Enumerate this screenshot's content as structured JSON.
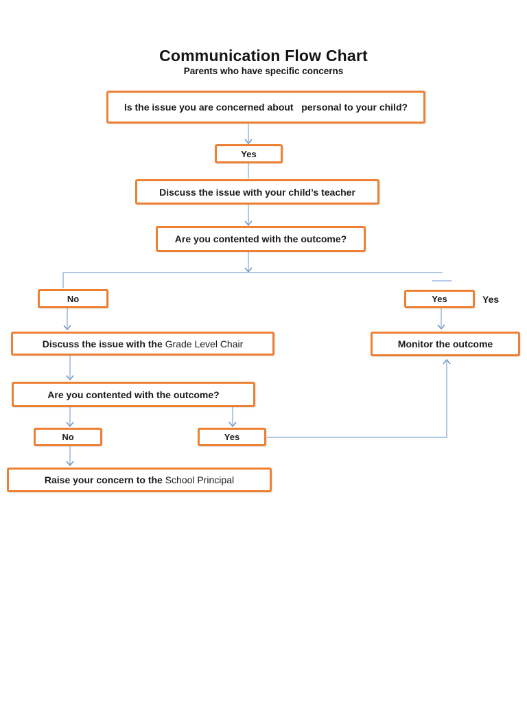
{
  "page": {
    "title": "Communication Flow Chart",
    "subtitle": "Parents who have specific concerns"
  },
  "flowchart": {
    "nodes": {
      "q_personal": {
        "label": "Is the issue you are concerned about   personal to your child?"
      },
      "yes_top": {
        "label": "Yes"
      },
      "discuss_teacher": {
        "label": "Discuss the issue with your child’s teacher"
      },
      "q_outcome_1": {
        "label": "Are you contented with the outcome?"
      },
      "no_branch": {
        "label": "No"
      },
      "yes_branch": {
        "label": "Yes"
      },
      "discuss_glc": {
        "label_bold": "Discuss the issue with the ",
        "label_tail": "Grade Level Chair"
      },
      "monitor": {
        "label": "Monitor the outcome"
      },
      "q_outcome_2": {
        "label": "Are you contented with the outcome?"
      },
      "no_2": {
        "label": "No"
      },
      "yes_2": {
        "label": "Yes"
      },
      "principal": {
        "label_bold": "Raise your concern to the ",
        "label_tail": "School Principal"
      }
    },
    "labels": {
      "branch_yes_outside": "Yes"
    },
    "colors": {
      "box_border": "#ED8032",
      "connector_line": "#9AB5D9",
      "connector_arrowhead": "#6B91C1",
      "text": "#1A1A1A"
    }
  }
}
